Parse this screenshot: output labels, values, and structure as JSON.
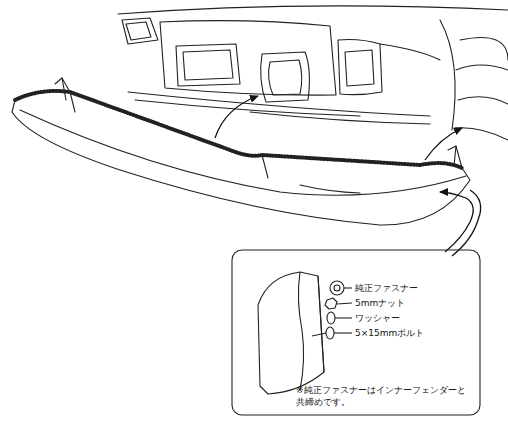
{
  "diagram": {
    "labels": [
      "純正ファスナー",
      "5mmナット",
      "ワッシャー",
      "5×15mmボルト",
      "※純正ファスナーはインナーフェンダーと 共締めです。"
    ]
  }
}
